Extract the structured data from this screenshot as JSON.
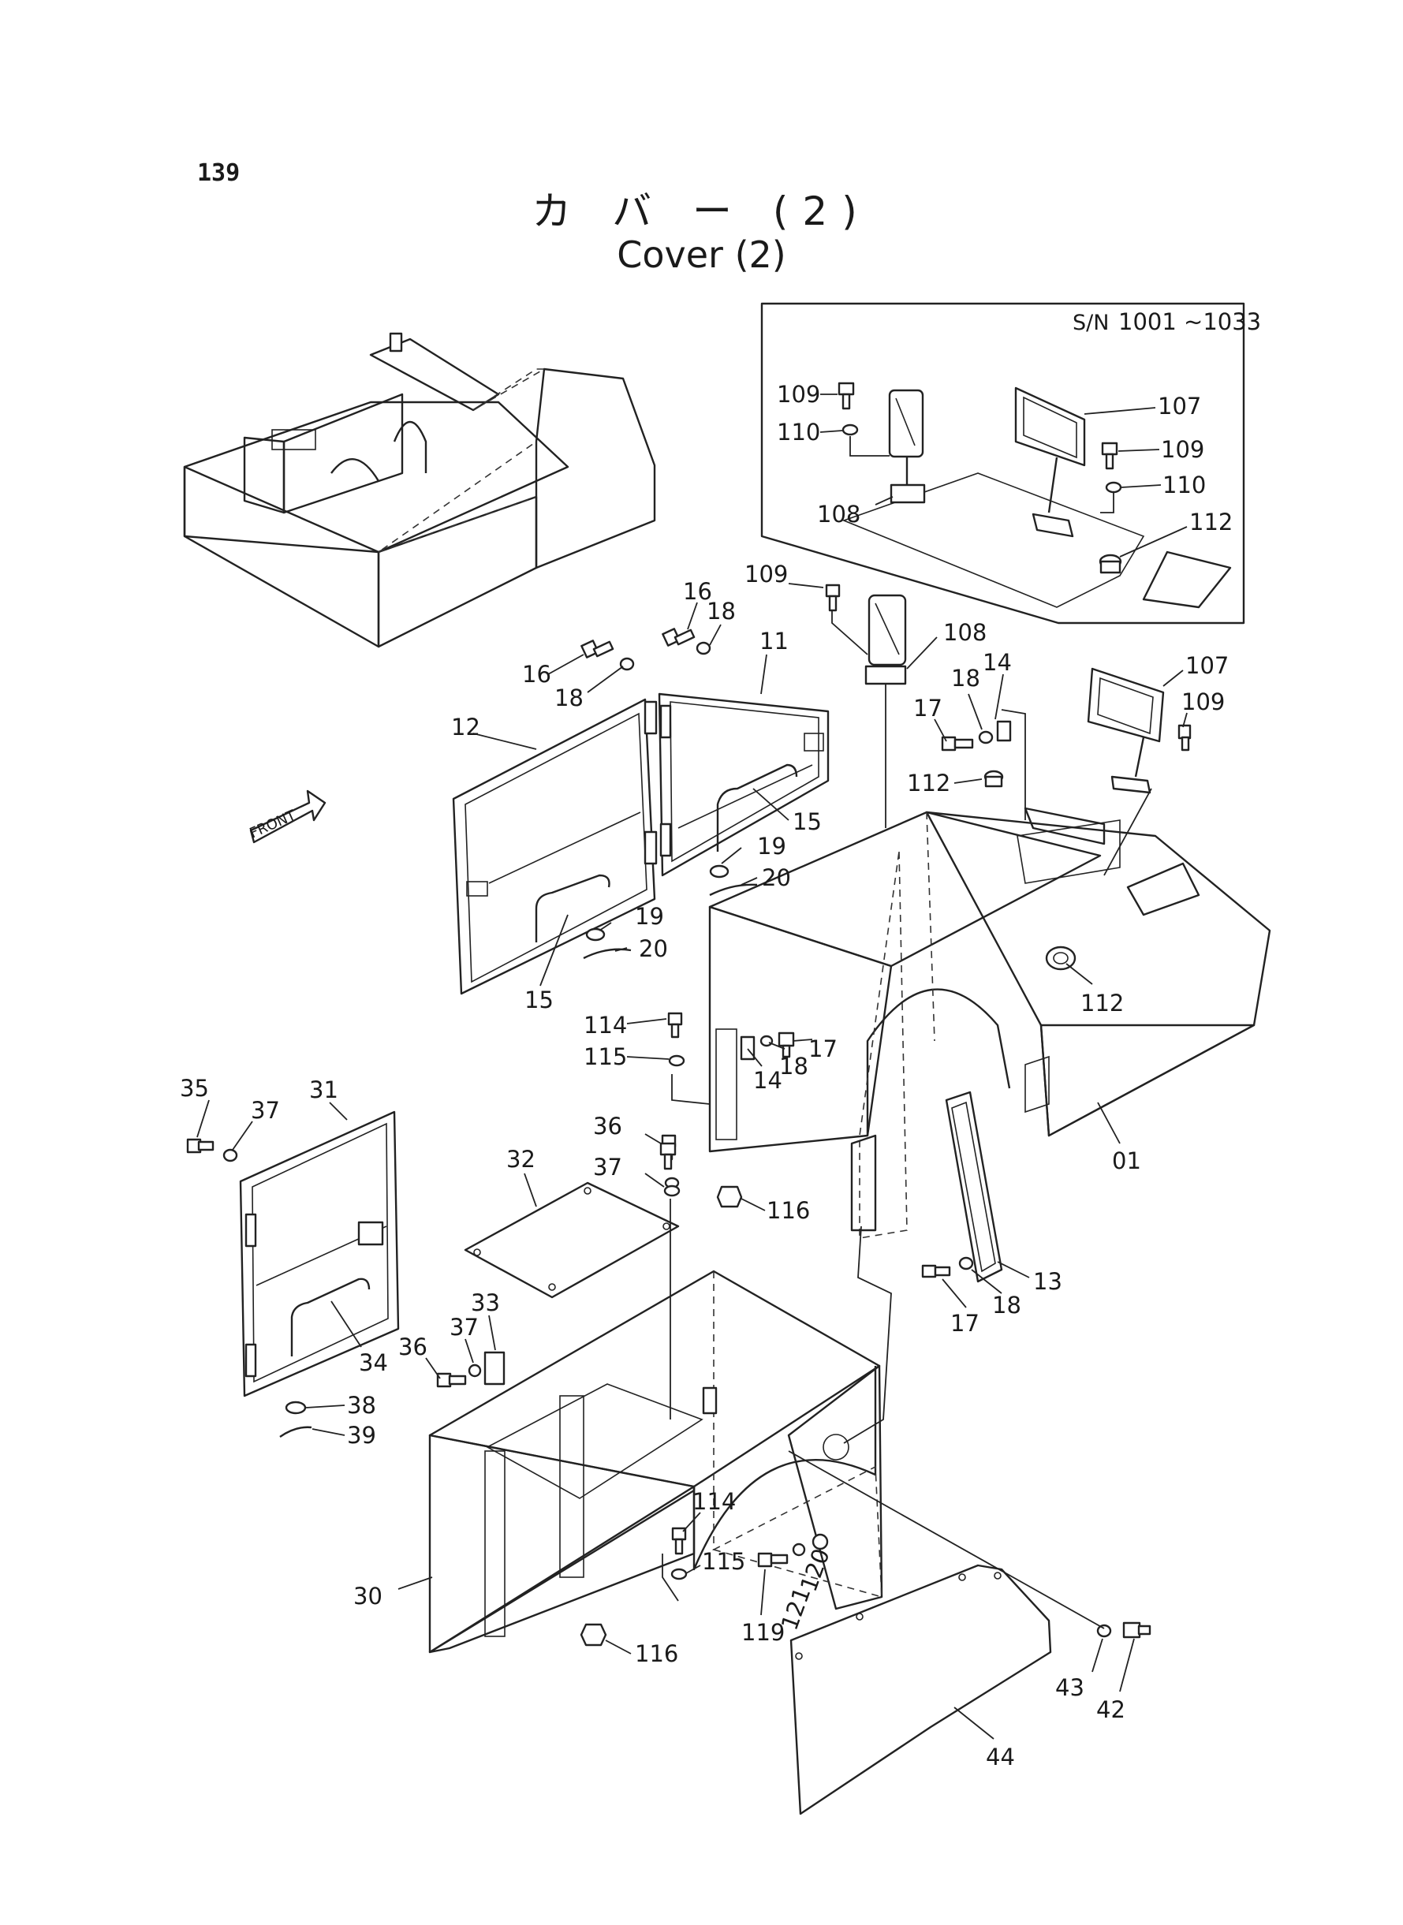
{
  "page_number": "139",
  "title_jp": "カ バ ー (2)",
  "title_en": "Cover (2)",
  "inset": {
    "serial_prefix": "S/N",
    "serial_range": "1001 ~1033"
  },
  "front_arrow_label": "FRONT",
  "callouts": {
    "p109a": "109",
    "p110a": "110",
    "p107a": "107",
    "p109b": "109",
    "p110b": "110",
    "p108a": "108",
    "p112a": "112",
    "p109c": "109",
    "p16a": "16",
    "p18a": "18",
    "p11": "11",
    "p108b": "108",
    "p107b": "107",
    "p16b": "16",
    "p18b": "18",
    "p14a": "14",
    "p12": "12",
    "p18c": "18",
    "p109d": "109",
    "p17a": "17",
    "p112b": "112",
    "p15a": "15",
    "p19a": "19",
    "p20a": "20",
    "p19b": "19",
    "p20b": "20",
    "p15b": "15",
    "p112c": "112",
    "p114a": "114",
    "p115a": "115",
    "p14b": "14",
    "p18d": "18",
    "p17b": "17",
    "p35": "35",
    "p31": "31",
    "p37a": "37",
    "p36a": "36",
    "p01": "01",
    "p32": "32",
    "p37b": "37",
    "p116a": "116",
    "p13": "13",
    "p18e": "18",
    "p17c": "17",
    "p33": "33",
    "p37c": "37",
    "p36b": "36",
    "p34": "34",
    "p38": "38",
    "p39": "39",
    "p114b": "114",
    "p115b": "115",
    "p30": "30",
    "p119": "119",
    "p121": "121",
    "p120": "120",
    "p116b": "116",
    "p43": "43",
    "p42": "42",
    "p44": "44"
  }
}
